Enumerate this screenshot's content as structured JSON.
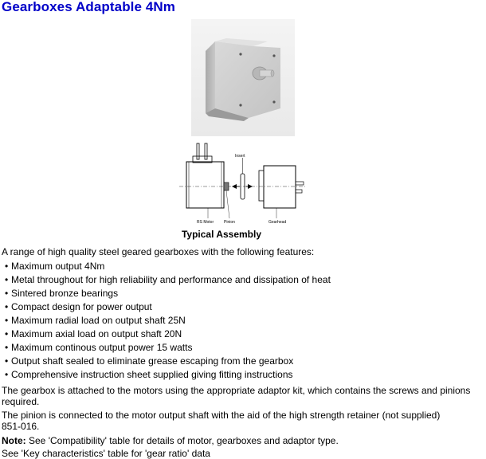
{
  "page": {
    "title": "Gearboxes Adaptable 4Nm",
    "caption": "Typical Assembly"
  },
  "diagram_labels": {
    "insert": "Insert",
    "rs_motor": "RS Motor",
    "pinion": "Pinion",
    "gearhead": "Gearhead"
  },
  "intro": "A range of high quality steel geared gearboxes with the following features:",
  "features": [
    "Maximum output 4Nm",
    "Metal throughout for high reliability and performance and dissipation of heat",
    "Sintered bronze bearings",
    "Compact design for power output",
    "Maximum radial load on output shaft 25N",
    "Maximum axial load on output shaft 20N",
    "Maximum continous output power 15 watts",
    "Output shaft sealed to eliminate grease escaping from the gearbox",
    "Comprehensive instruction sheet supplied giving fitting instructions"
  ],
  "bullet": "•",
  "paragraphs": {
    "attach_line1": "The gearbox is attached to the motors using the appropriate adaptor kit, which contains the screws and pinions",
    "attach_line2": "required.",
    "pinion_line1": "The pinion is connected to the motor output shaft with the aid of the high strength retainer (not supplied)",
    "pinion_line2": "851-016.",
    "note_label": "Note:",
    "note_text": " See 'Compatibility' table for details of motor, gearboxes and adaptor type.",
    "key_line": "See 'Key characteristics' table for 'gear ratio' data"
  },
  "colors": {
    "title": "#0000c8",
    "background": "#ffffff",
    "text": "#000000"
  }
}
